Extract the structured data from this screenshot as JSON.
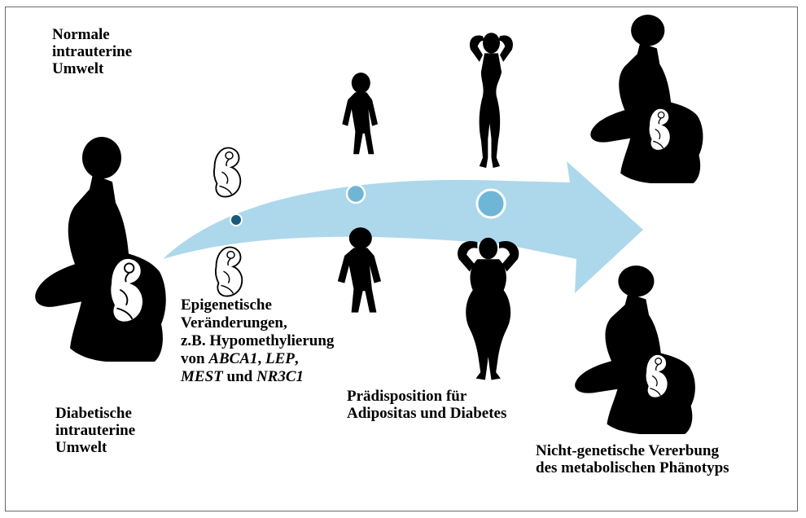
{
  "labels": {
    "normal": [
      "Normale",
      "intrauterine",
      "Umwelt"
    ],
    "diabetic": [
      "Diabetische",
      "intrauterine",
      "Umwelt"
    ],
    "epigenetic": {
      "line1": "Epigenetische",
      "line2": "Veränderungen,",
      "line3": "z.B. Hypomethylierung",
      "line4_prefix": "von ",
      "gene1": "ABCA1",
      "sep1": ", ",
      "gene2": "LEP",
      "sep2": ",",
      "gene3": "MEST",
      "mid": " und ",
      "gene4": "NR3C1"
    },
    "predisposition": [
      "Prädisposition für",
      "Adipositas und Diabetes"
    ],
    "inheritance": [
      "Nicht-genetische Vererbung",
      "des metabolischen Phänotyps"
    ]
  },
  "colors": {
    "arrow": "#a9d6ea",
    "circle": "#6fb6d6",
    "circle_dark": "#1a5a7a",
    "silhouette": "#000000",
    "fetus_fill": "#ffffff"
  },
  "icons": {
    "pregnant_left": "pregnant-woman-silhouette",
    "pregnant_top_right": "pregnant-woman-silhouette",
    "pregnant_bottom_right": "pregnant-woman-silhouette",
    "fetus": "fetus-outline",
    "girl": "girl-silhouette",
    "woman_slim": "slim-woman-silhouette",
    "woman_obese": "obese-woman-silhouette"
  }
}
